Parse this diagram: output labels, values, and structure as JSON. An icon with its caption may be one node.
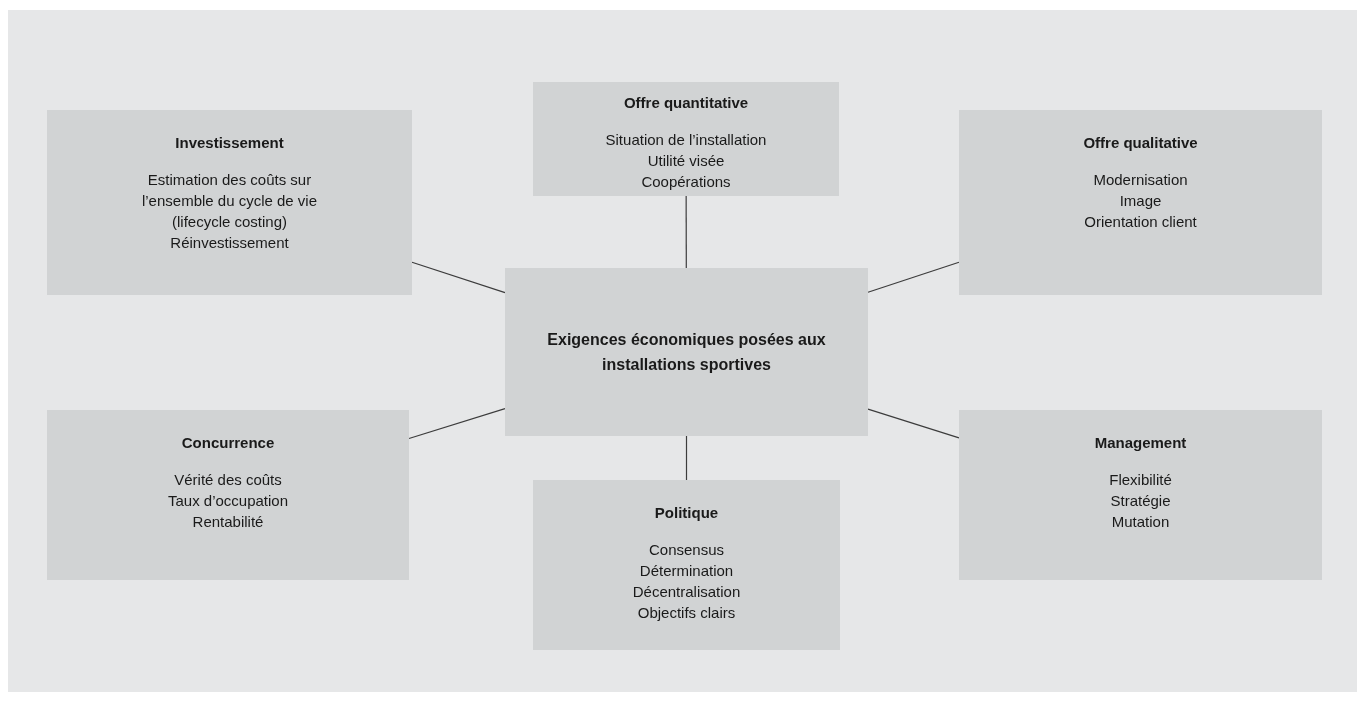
{
  "diagram": {
    "nodes": [
      {
        "text": [
          "Exigences économiques posées aux installations sportives"
        ]
      },
      {
        "text": [
          "Offre quantitative",
          "Situation de l’installation",
          "Utilité visée",
          "Coopérations"
        ]
      },
      {
        "text": [
          "Investissement",
          "Estimation des coûts sur l’ensemble du cycle de vie (lifecycle costing)",
          "Réinvestissement"
        ]
      },
      {
        "text": [
          "Offre qualitative",
          "Modernisation",
          "Image",
          "Orientation client"
        ]
      },
      {
        "text": [
          "Concurrence",
          "Vérité des coûts",
          "Taux d’occupation",
          "Rentabilité"
        ]
      },
      {
        "text": [
          "Politique",
          "Consensus",
          "Détermination",
          "Décentralisation",
          "Objectifs clairs"
        ]
      },
      {
        "text": [
          "Management",
          "Flexibilité",
          "Stratégie",
          "Mutation"
        ]
      }
    ],
    "edges": [
      {
        "from": 0,
        "to": 1,
        "arrow": "none"
      },
      {
        "from": 0,
        "to": 2,
        "arrow": "none"
      },
      {
        "from": 0,
        "to": 3,
        "arrow": "none"
      },
      {
        "from": 0,
        "to": 4,
        "arrow": "none"
      },
      {
        "from": 0,
        "to": 5,
        "arrow": "none"
      },
      {
        "from": 0,
        "to": 6,
        "arrow": "none"
      }
    ]
  }
}
